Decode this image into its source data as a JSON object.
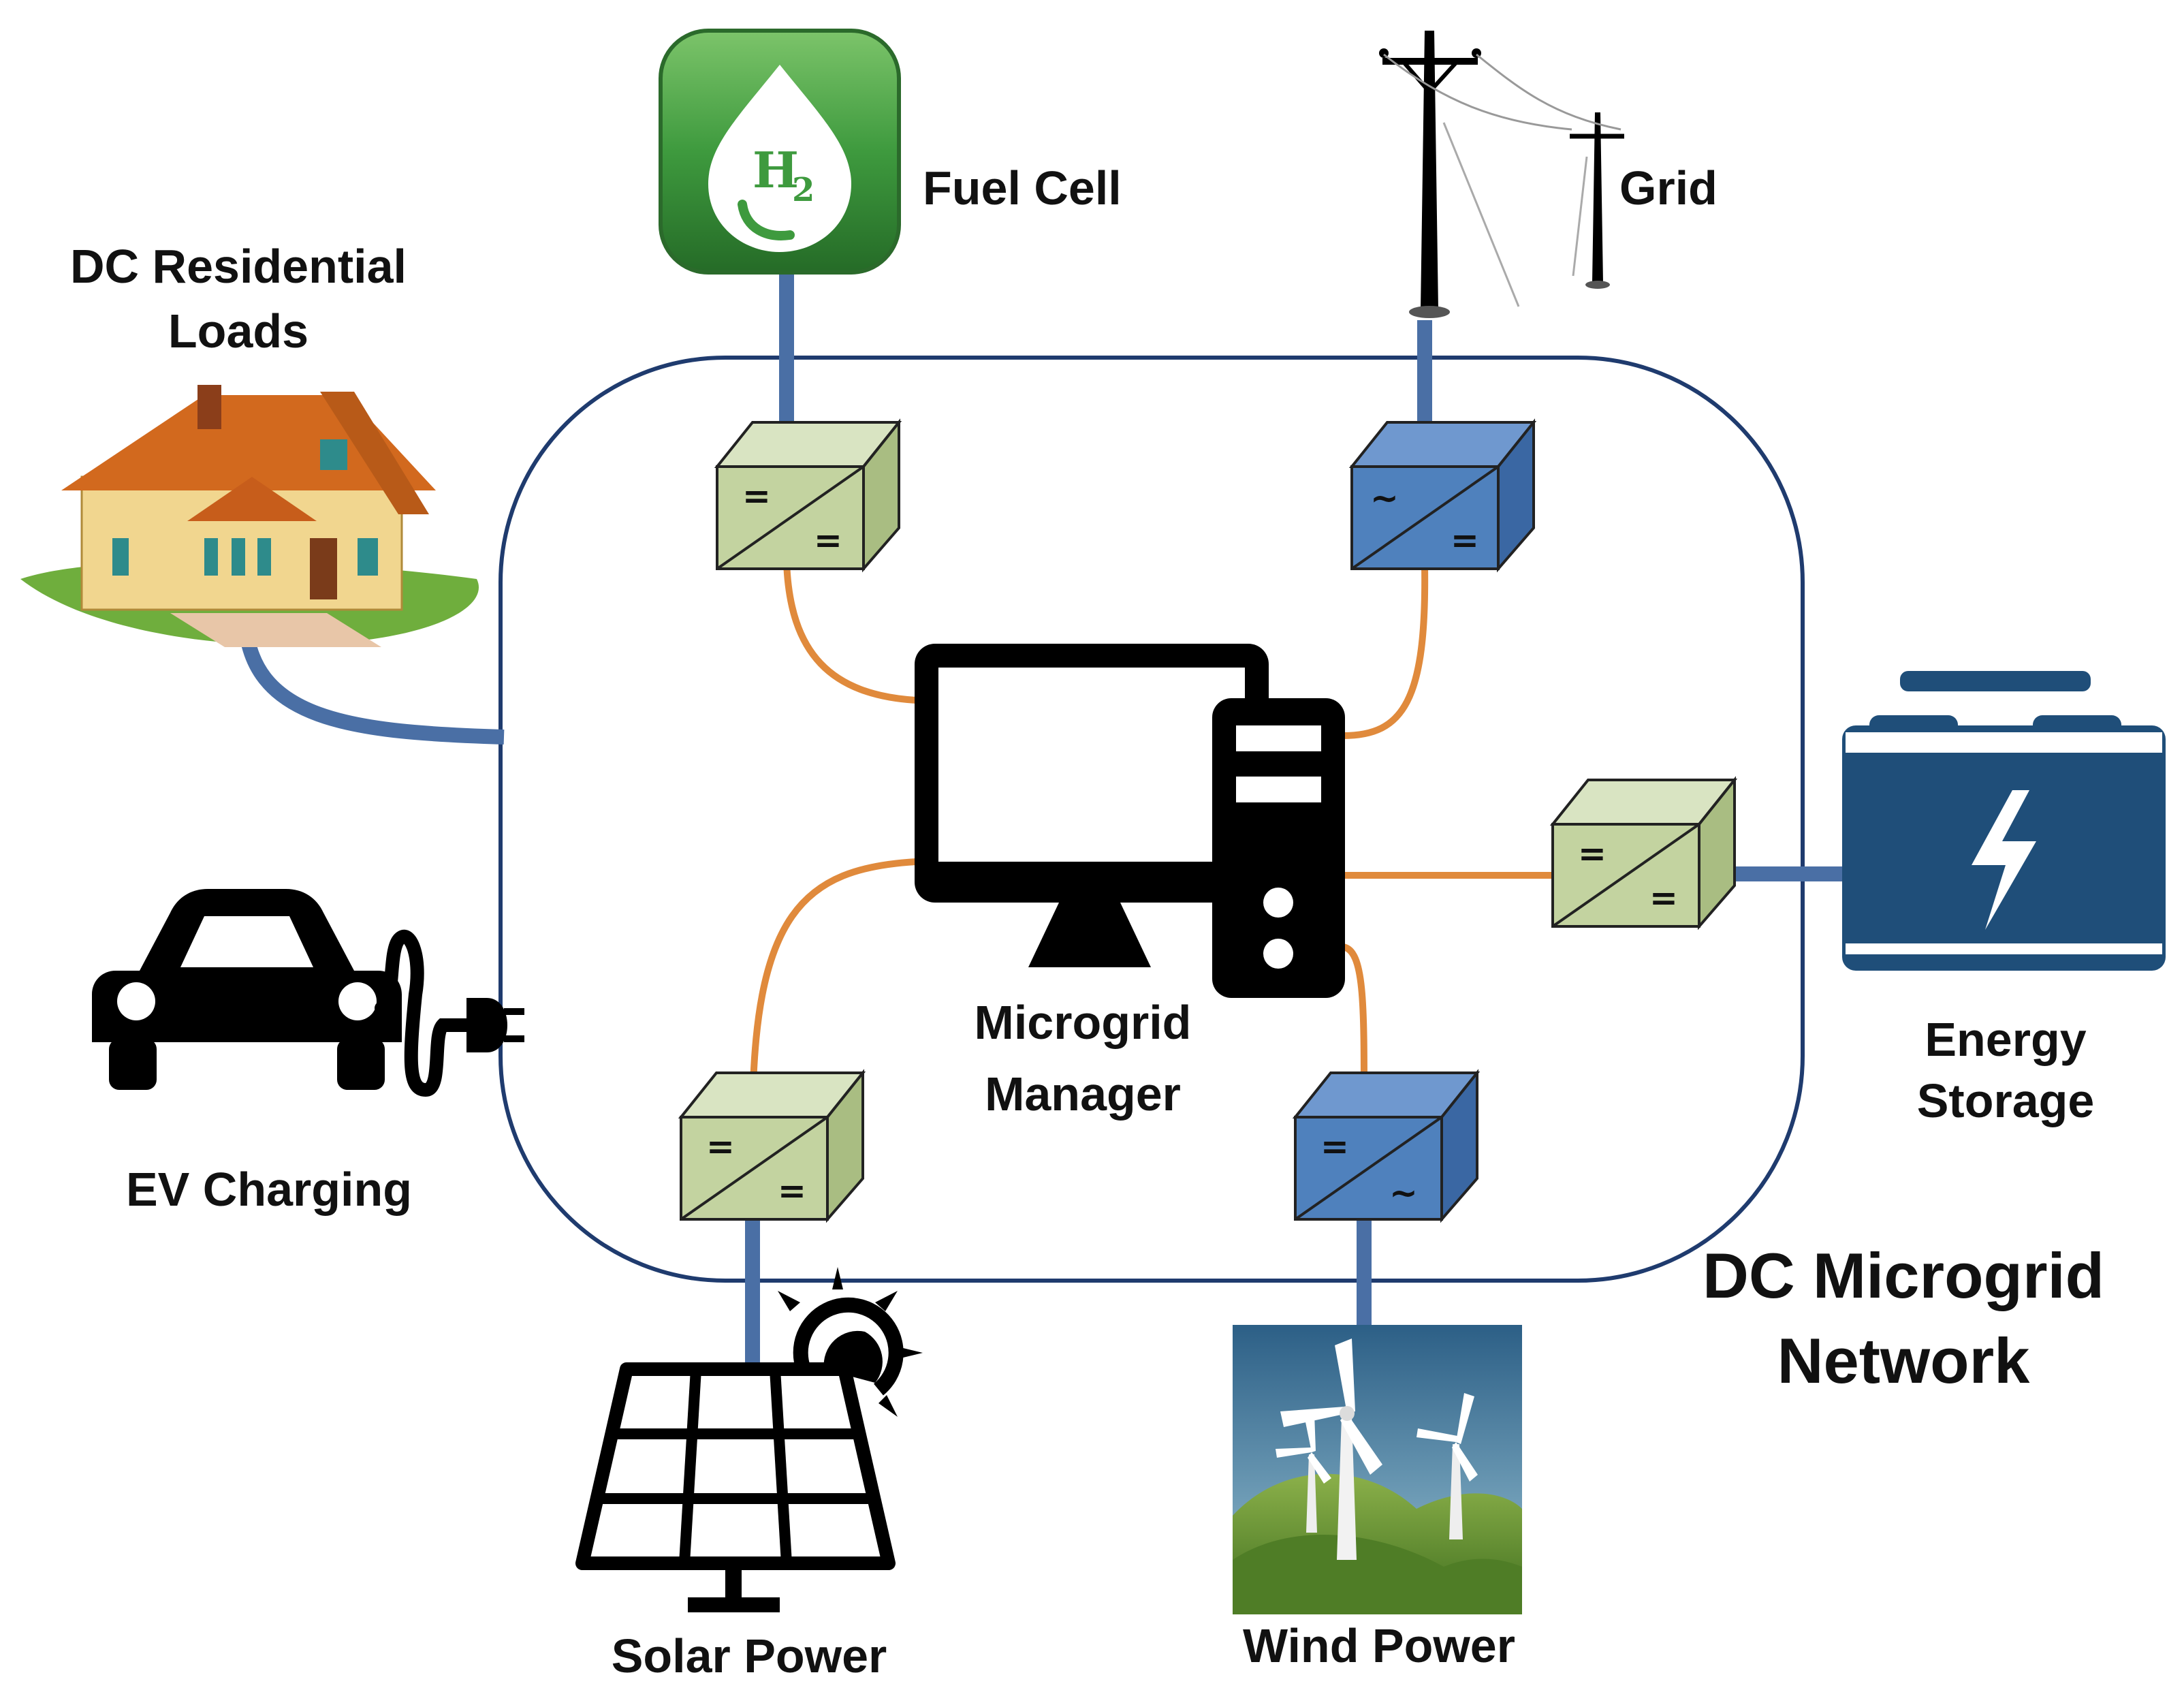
{
  "labels": {
    "fuel_cell": "Fuel Cell",
    "grid": "Grid",
    "residential_line1": "DC Residential",
    "residential_line2": "Loads",
    "ev_charging": "EV Charging",
    "manager_line1": "Microgrid",
    "manager_line2": "Manager",
    "energy_storage_line1": "Energy",
    "energy_storage_line2": "Storage",
    "network_line1": "DC Microgrid",
    "network_line2": "Network",
    "solar_power": "Solar Power",
    "wind_power": "Wind Power",
    "hydrogen_symbol": "H",
    "hydrogen_subscript": "2"
  },
  "converters": {
    "dc_symbol": "=",
    "ac_symbol": "~"
  },
  "colors": {
    "network_boundary": "#1f3b6e",
    "dc_bus_wire": "#4a6fa5",
    "control_wire": "#e08a3c",
    "dc_dc_converter": "#c3d3a0",
    "ac_converter": "#4f81bd",
    "fuel_cell": "#3d8b3d",
    "battery": "#1f4e79",
    "house_roof": "#d2691e",
    "house_wall": "#f1d68f"
  }
}
